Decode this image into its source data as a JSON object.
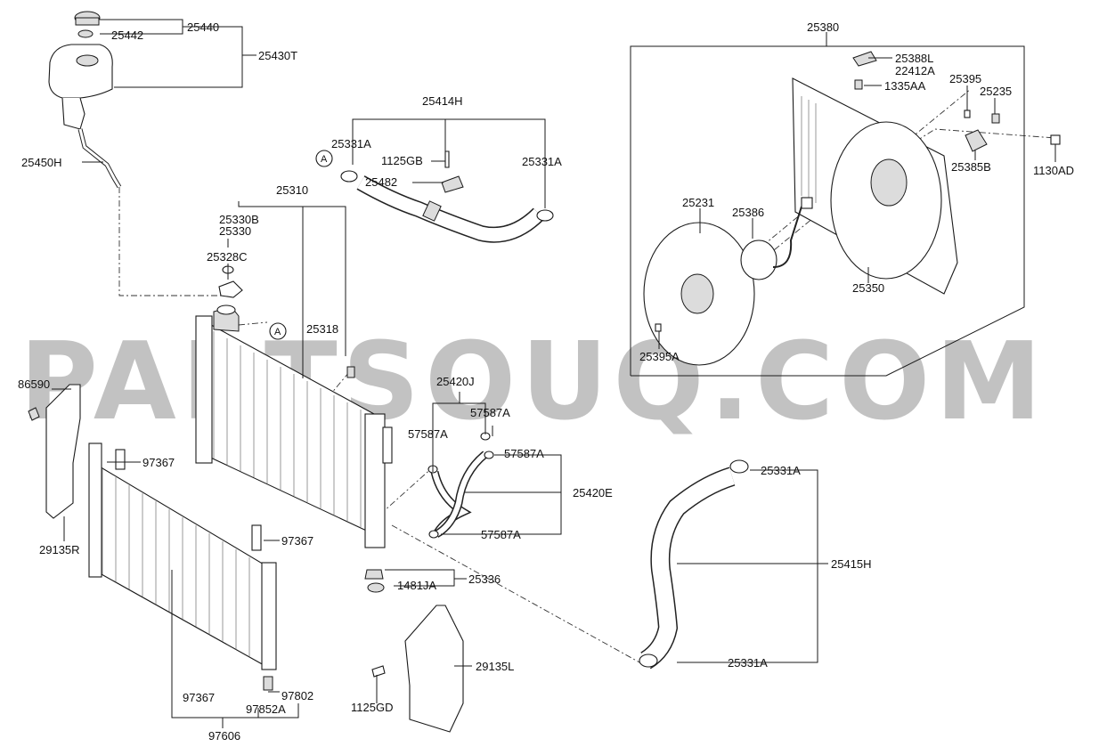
{
  "watermark": "PARTSOUQ.COM",
  "callouts": {
    "circle_a_1": "A",
    "circle_a_2": "A"
  },
  "labels": {
    "p25440": "25440",
    "p25442": "25442",
    "p25430T": "25430T",
    "p25450H": "25450H",
    "p25414H": "25414H",
    "p25331A_1": "25331A",
    "p25331A_2": "25331A",
    "p1125GB": "1125GB",
    "p25482": "25482",
    "p25310": "25310",
    "p25330B": "25330B",
    "p25330": "25330",
    "p25328C": "25328C",
    "p25318": "25318",
    "p86590": "86590",
    "p97367_1": "97367",
    "p97367_2": "97367",
    "p97367_3": "97367",
    "p29135R": "29135R",
    "p25420J": "25420J",
    "p57587A_1": "57587A",
    "p57587A_2": "57587A",
    "p57587A_3": "57587A",
    "p57587A_4": "57587A",
    "p25420E": "25420E",
    "p25336": "25336",
    "p1481JA": "1481JA",
    "p29135L": "29135L",
    "p1125GD": "1125GD",
    "p97802": "97802",
    "p97852A": "97852A",
    "p97606": "97606",
    "p25380": "25380",
    "p25388L": "25388L",
    "p22412A": "22412A",
    "p1335AA": "1335AA",
    "p25395": "25395",
    "p25235": "25235",
    "p25385B": "25385B",
    "p1130AD": "1130AD",
    "p25231": "25231",
    "p25386": "25386",
    "p25350": "25350",
    "p25395A": "25395A",
    "p25331A_3": "25331A",
    "p25415H": "25415H",
    "p25331A_4": "25331A"
  }
}
